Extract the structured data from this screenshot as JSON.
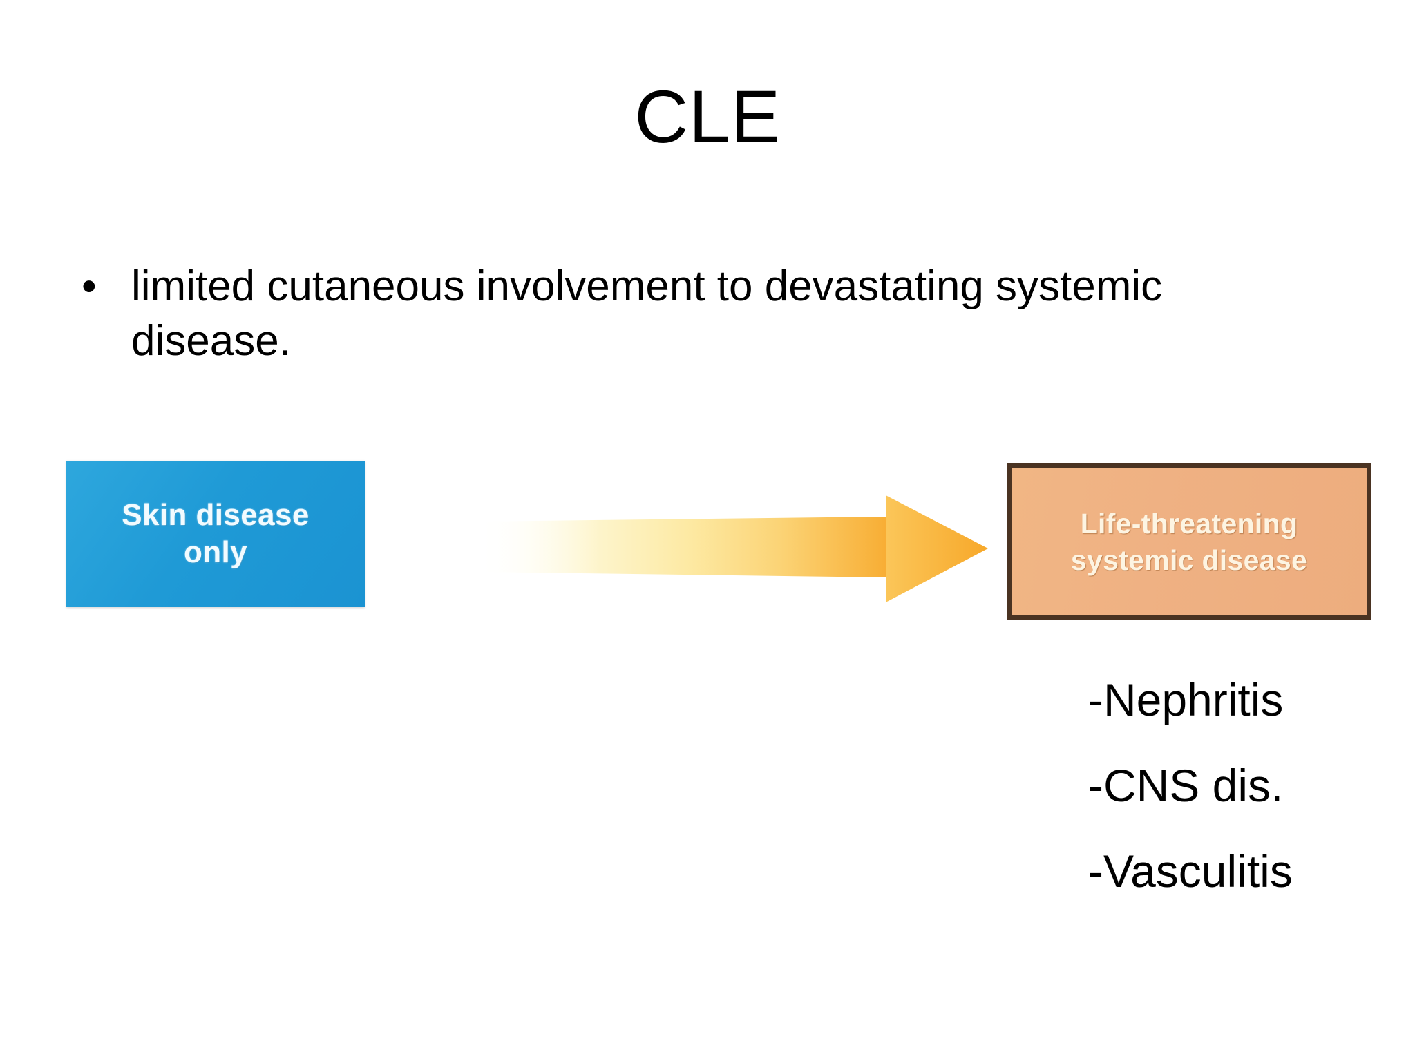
{
  "slide": {
    "title": "CLE",
    "background_color": "#ffffff"
  },
  "body": {
    "bullet_marker": "•",
    "bullet_text": "limited cutaneous involvement to devastating systemic disease."
  },
  "diagram": {
    "left_box": {
      "line1": "Skin disease",
      "line2": "only",
      "fill_color": "#1f9ad6",
      "text_color": "#f2fbff"
    },
    "arrow": {
      "direction": "right",
      "gradient_from": "#fffdf3",
      "gradient_to": "#f8b136"
    },
    "right_box": {
      "line1": "Life-threatening",
      "line2": "systemic disease",
      "fill_color": "#efb183",
      "border_color": "#4a3322",
      "text_color": "#fdf4e2"
    }
  },
  "consequences": [
    "-Nephritis",
    "-CNS dis.",
    "-Vasculitis"
  ]
}
